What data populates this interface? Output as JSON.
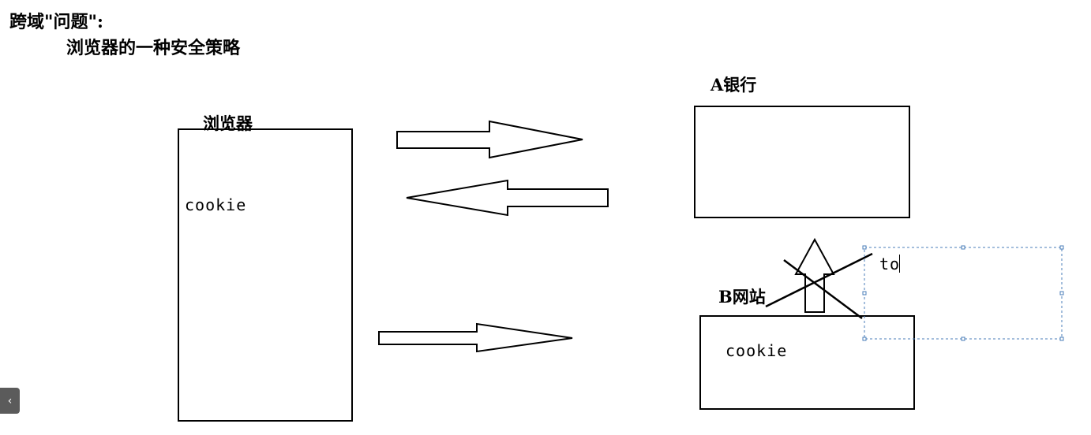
{
  "title": "跨域\"问题\":",
  "subtitle": "浏览器的一种安全策略",
  "labels": {
    "browser": "浏览器",
    "bank": "A银行",
    "site": "B网站"
  },
  "boxes": {
    "browser_cookie": "cookie",
    "site_cookie": "cookie"
  },
  "text_box": {
    "typed": "to"
  },
  "nav": {
    "collapse_icon": "chevron-left-icon",
    "glyph": "‹"
  }
}
